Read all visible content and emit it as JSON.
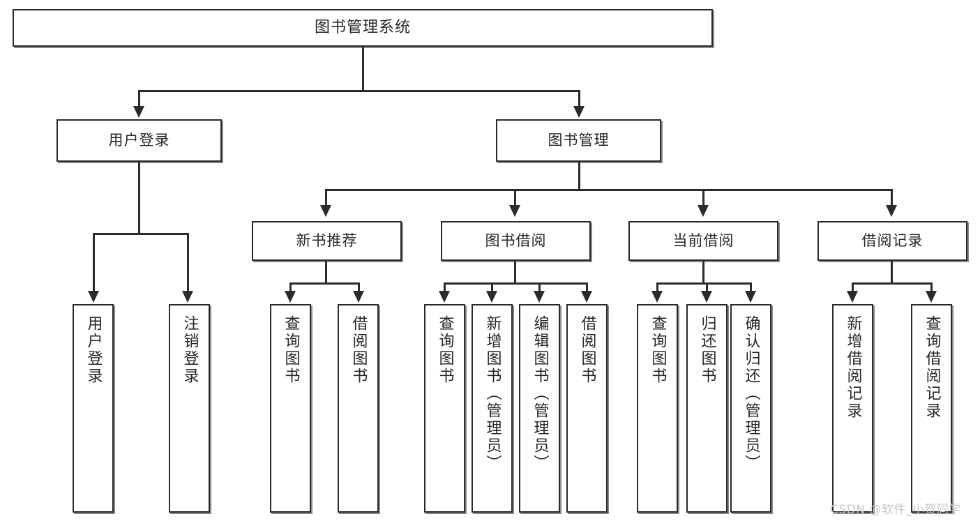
{
  "diagram": {
    "title": "图书管理系统",
    "type": "tree",
    "watermark": "CSDN @软件_小贺同学",
    "root": {
      "label": "图书管理系统"
    },
    "level2": [
      {
        "label": "用户登录"
      },
      {
        "label": "图书管理"
      }
    ],
    "level3": [
      {
        "label": "新书推荐"
      },
      {
        "label": "图书借阅"
      },
      {
        "label": "当前借阅"
      },
      {
        "label": "借阅记录"
      }
    ],
    "leaves": {
      "user_login": [
        {
          "label": "用户登录"
        },
        {
          "label": "注销登录"
        }
      ],
      "new_book_recommend": [
        {
          "label": "查询图书"
        },
        {
          "label": "借阅图书"
        }
      ],
      "book_borrow": [
        {
          "label": "查询图书"
        },
        {
          "label": "新增图书（管理员）"
        },
        {
          "label": "编辑图书（管理员）"
        },
        {
          "label": "借阅图书"
        }
      ],
      "current_borrow": [
        {
          "label": "查询图书"
        },
        {
          "label": "归还图书"
        },
        {
          "label": "确认归还（管理员）"
        }
      ],
      "borrow_record": [
        {
          "label": "新增借阅记录"
        },
        {
          "label": "查询借阅记录"
        }
      ]
    },
    "colors": {
      "stroke": "#2b2b2b",
      "fill": "#ffffff",
      "text": "#262626",
      "watermark": "#c9c9c9"
    }
  }
}
